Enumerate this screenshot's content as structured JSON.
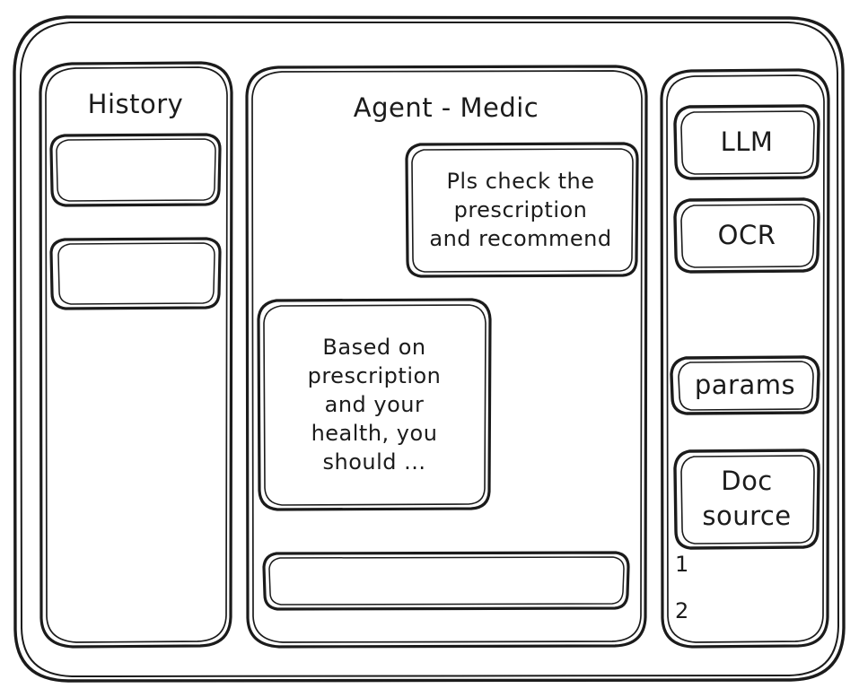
{
  "style": {
    "background": "#ffffff",
    "stroke": "#1b1b1b",
    "look": "hand-drawn-wireframe"
  },
  "sidebar": {
    "title": "History",
    "items": [
      {
        "label": ""
      },
      {
        "label": ""
      }
    ]
  },
  "main": {
    "title": "Agent - Medic",
    "messages": [
      {
        "role": "user",
        "text": "Pls check the\nprescription\nand recommend"
      },
      {
        "role": "agent",
        "text": "Based on\nprescription\nand your\nhealth, you\nshould ..."
      }
    ],
    "composer": {
      "value": "",
      "placeholder": ""
    }
  },
  "tools": {
    "buttons": [
      {
        "label": "LLM"
      },
      {
        "label": "OCR"
      },
      {
        "label": "params"
      }
    ],
    "doc_source": {
      "label": "Doc\nsource",
      "markers": [
        {
          "label": "1"
        },
        {
          "label": "2"
        }
      ]
    }
  }
}
